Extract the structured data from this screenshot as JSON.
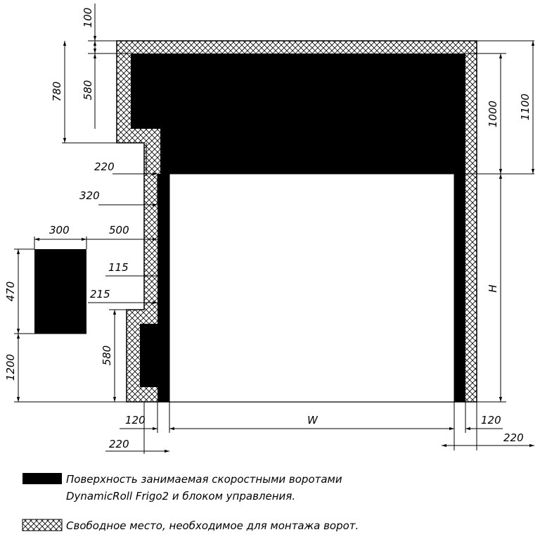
{
  "dimensions": {
    "top_100": "100",
    "left_580_top": "580",
    "left_780": "780",
    "right_1000": "1000",
    "right_1100": "1100",
    "label_220_left": "220",
    "label_320": "320",
    "label_300": "300",
    "label_500": "500",
    "label_115": "115",
    "label_215": "215",
    "label_470": "470",
    "label_1200": "1200",
    "left_580_bottom": "580",
    "right_h": "H",
    "bottom_w": "W",
    "bottom_120_left": "120",
    "bottom_220_left": "220",
    "bottom_120_right": "120",
    "bottom_220_right": "220"
  },
  "legend": {
    "occupied_line1": "Поверхность занимаемая скоростными воротами",
    "occupied_line2": "DynamicRoll Frigo2 и блоком управления.",
    "free_space": "Свободное место, необходимое для монтажа ворот."
  }
}
